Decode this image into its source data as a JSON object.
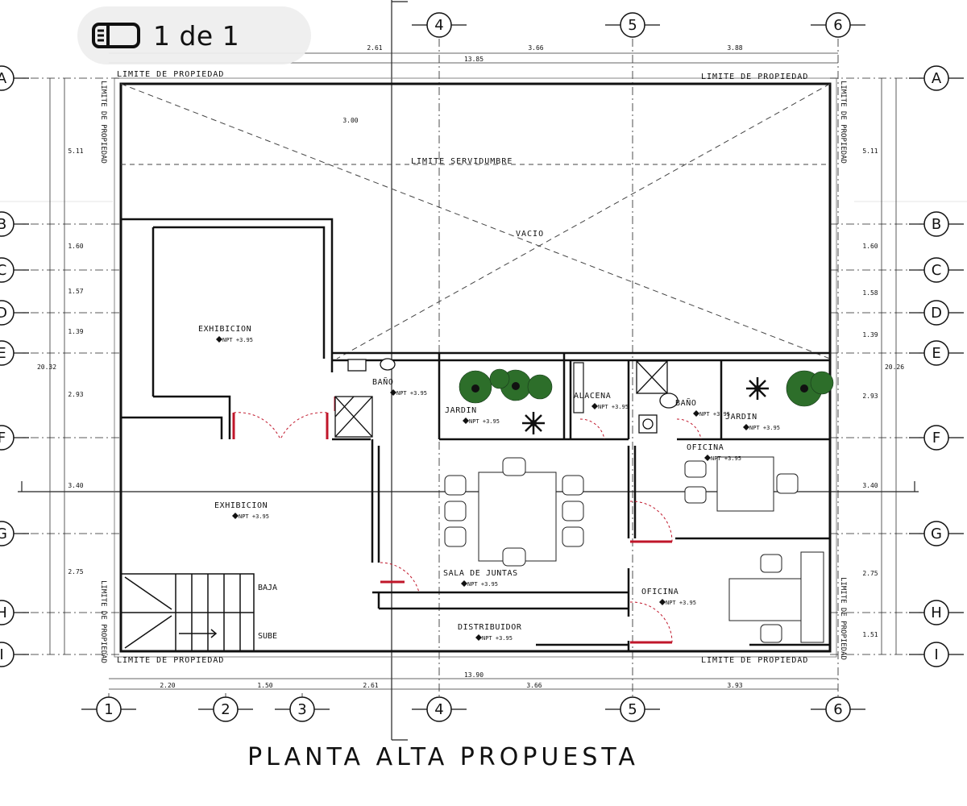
{
  "pager": {
    "icon": "document-pages-icon",
    "label": "1 de 1"
  },
  "title": "PLANTA ALTA PROPUESTA",
  "grid": {
    "columns": [
      "1",
      "2",
      "3",
      "4",
      "5",
      "6"
    ],
    "rows": [
      "A",
      "B",
      "C",
      "D",
      "E",
      "F",
      "G",
      "H",
      "I"
    ]
  },
  "dimensions": {
    "top": [
      "2.61",
      "3.66",
      "3.88"
    ],
    "top_total": "13.85",
    "bottom": [
      "2.20",
      "1.50",
      "2.61",
      "3.66",
      "3.93"
    ],
    "bottom_total": "13.90",
    "left": [
      "5.11",
      "1.60",
      "1.57",
      "1.39",
      "2.93",
      "3.40",
      "2.75"
    ],
    "left_total": "20.32",
    "right": [
      "5.11",
      "1.60",
      "1.58",
      "1.39",
      "2.93",
      "3.40",
      "2.75",
      "1.51"
    ],
    "right_total": "20.26",
    "inner": "3.00"
  },
  "labels": {
    "limit_property": "LIMITE DE PROPIEDAD",
    "limit_servitude": "LIMITE SERVIDUMBRE",
    "void": "VACIO",
    "baja": "BAJA",
    "sube": "SUBE"
  },
  "rooms": [
    {
      "name": "EXHIBICION",
      "level": "NPT +3.95"
    },
    {
      "name": "BAÑO",
      "level": "NPT +3.95"
    },
    {
      "name": "JARDIN",
      "level": "NPT +3.95"
    },
    {
      "name": "ALACENA",
      "level": "NPT +3.95"
    },
    {
      "name": "BAÑO",
      "level": "NPT +3.95"
    },
    {
      "name": "JARDIN",
      "level": "NPT +3.95"
    },
    {
      "name": "OFICINA",
      "level": "NPT +3.95"
    },
    {
      "name": "EXHIBICION",
      "level": "NPT +3.95"
    },
    {
      "name": "SALA DE JUNTAS",
      "level": "NPT +3.95"
    },
    {
      "name": "OFICINA",
      "level": "NPT +3.95"
    },
    {
      "name": "DISTRIBUIDOR",
      "level": "NPT +3.95"
    }
  ]
}
